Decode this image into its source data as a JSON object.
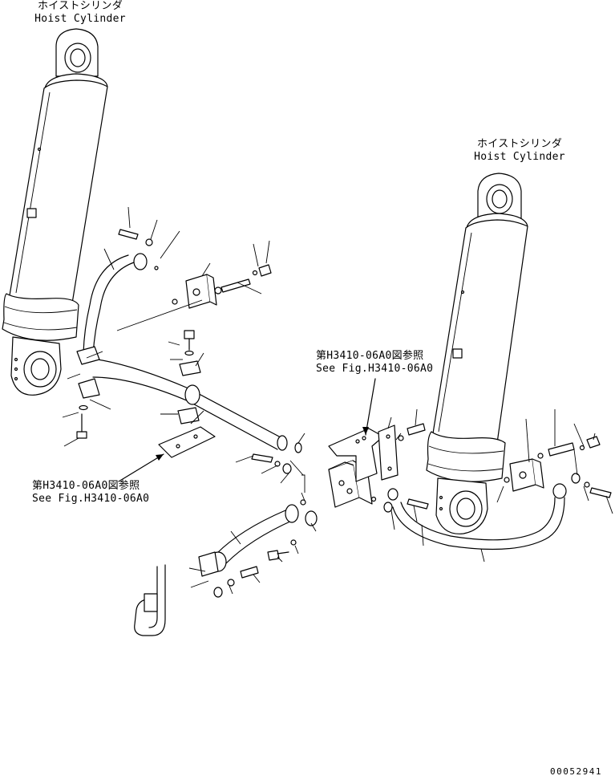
{
  "labels": {
    "left_cylinder_jp": "ホイストシリンダ",
    "left_cylinder_en": "Hoist Cylinder",
    "right_cylinder_jp": "ホイストシリンダ",
    "right_cylinder_en": "Hoist Cylinder",
    "ref_right_jp": "第H3410-06A0図参照",
    "ref_right_en": "See Fig.H3410-06A0",
    "ref_left_jp": "第H3410-06A0図参照",
    "ref_left_en": "See Fig.H3410-06A0",
    "drawing_number": "00052941"
  }
}
